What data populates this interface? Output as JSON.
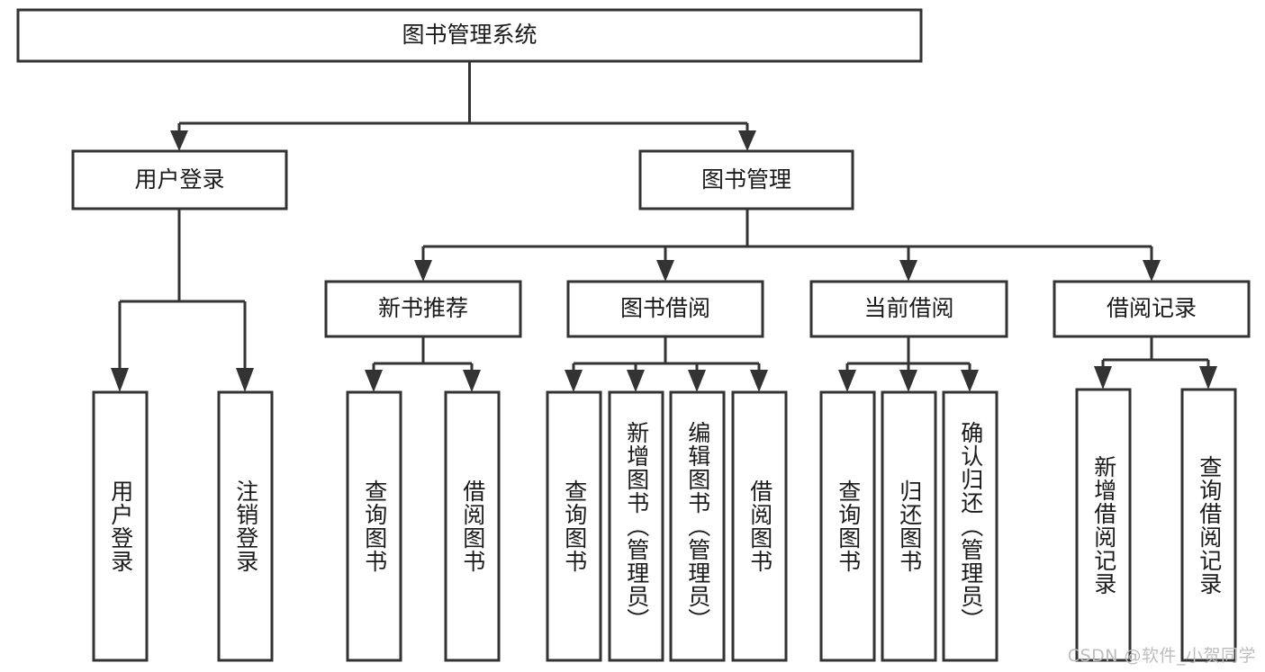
{
  "diagram": {
    "title_node": {
      "id": "root",
      "label": "图书管理系统",
      "orientation": "horizontal"
    },
    "level2": [
      {
        "id": "user-login",
        "label": "用户登录",
        "orientation": "horizontal"
      },
      {
        "id": "book-management",
        "label": "图书管理",
        "orientation": "horizontal"
      }
    ],
    "level3": [
      {
        "id": "new-book-recommend",
        "label": "新书推荐",
        "orientation": "horizontal"
      },
      {
        "id": "book-borrow",
        "label": "图书借阅",
        "orientation": "horizontal"
      },
      {
        "id": "current-borrow",
        "label": "当前借阅",
        "orientation": "horizontal"
      },
      {
        "id": "borrow-record",
        "label": "借阅记录",
        "orientation": "horizontal"
      }
    ],
    "leaves": [
      {
        "id": "leaf-user-login",
        "label": "用户登录",
        "parent": "user-login"
      },
      {
        "id": "leaf-logout-login",
        "label": "注销登录",
        "parent": "user-login"
      },
      {
        "id": "leaf-query-book-1",
        "label": "查询图书",
        "parent": "new-book-recommend"
      },
      {
        "id": "leaf-borrow-book-1",
        "label": "借阅图书",
        "parent": "new-book-recommend"
      },
      {
        "id": "leaf-query-book-2",
        "label": "查询图书",
        "parent": "book-borrow"
      },
      {
        "id": "leaf-add-book",
        "label": "新增图书（管理员）",
        "parent": "book-borrow"
      },
      {
        "id": "leaf-edit-book",
        "label": "编辑图书（管理员）",
        "parent": "book-borrow"
      },
      {
        "id": "leaf-borrow-book-2",
        "label": "借阅图书",
        "parent": "book-borrow"
      },
      {
        "id": "leaf-query-book-3",
        "label": "查询图书",
        "parent": "current-borrow"
      },
      {
        "id": "leaf-return-book",
        "label": "归还图书",
        "parent": "current-borrow"
      },
      {
        "id": "leaf-confirm-return",
        "label": "确认归还（管理员）",
        "parent": "current-borrow"
      },
      {
        "id": "leaf-add-record",
        "label": "新增借阅记录",
        "parent": "borrow-record"
      },
      {
        "id": "leaf-query-record",
        "label": "查询借阅记录",
        "parent": "borrow-record"
      }
    ],
    "colors": {
      "stroke": "#333333",
      "fill": "#ffffff",
      "text": "#1a1a1a",
      "watermark": "#bdbdbd"
    }
  },
  "watermark": {
    "text": "CSDN @软件_小贺同学"
  }
}
